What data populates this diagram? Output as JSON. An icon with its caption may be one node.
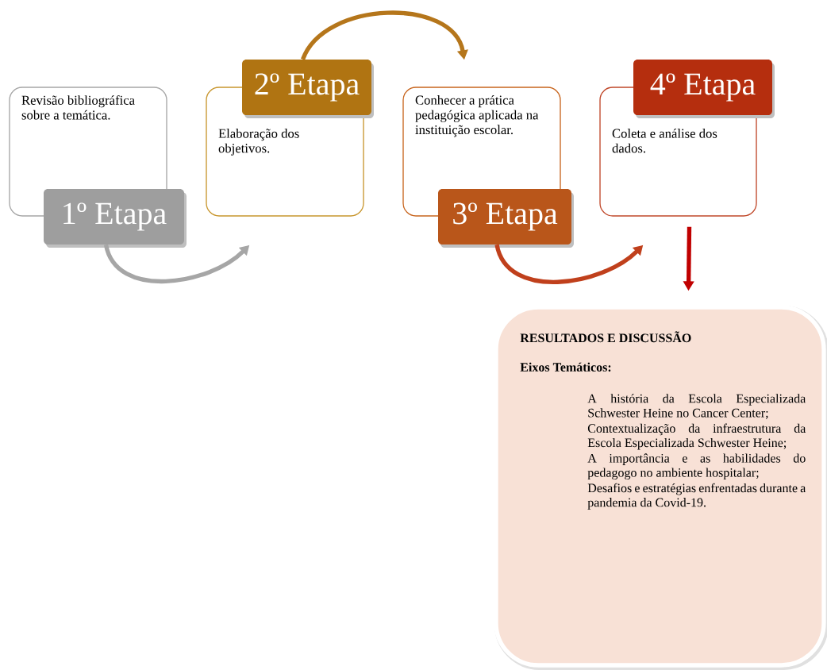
{
  "diagram": {
    "nodes": [
      {
        "text": [
          "Revisão bibliográfica sobre a temática."
        ]
      },
      {
        "text": [
          "1º Etapa"
        ]
      },
      {
        "text": [
          "2º Etapa"
        ]
      },
      {
        "text": [
          "Elaboração dos objetivos."
        ]
      },
      {
        "text": [
          "Conhecer a prática pedagógica aplicada na instituição escolar."
        ]
      },
      {
        "text": [
          "3º Etapa"
        ]
      },
      {
        "text": [
          "4º Etapa"
        ]
      },
      {
        "text": [
          "Coleta e análise dos dados."
        ]
      },
      {
        "text": [
          "RESULTADOS E DISCUSSÃO",
          "Eixos Temáticos:",
          "A história da Escola Especializada Schwester Heine no Cancer Center;",
          "Contextualização da infraestrutura da Escola Especializada Schwester Heine;",
          "A importância e as habilidades do pedagogo no ambiente hospitalar;",
          "Desafios e estratégias enfrentadas durante a pandemia da Covid-19."
        ]
      }
    ],
    "edges": [
      {
        "from": 1,
        "to": 3,
        "arrow": "to",
        "color": "#a6a6a6"
      },
      {
        "from": 2,
        "to": 4,
        "arrow": "to",
        "color": "#b5761b"
      },
      {
        "from": 5,
        "to": 7,
        "arrow": "to",
        "color": "#c0401c"
      },
      {
        "from": 7,
        "to": 8,
        "arrow": "to",
        "color": "#c00000"
      }
    ]
  }
}
